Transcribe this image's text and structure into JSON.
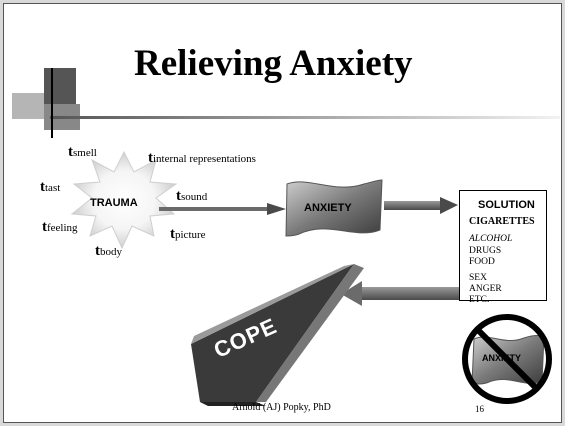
{
  "title": "Relieving Anxiety",
  "sense_terms": {
    "prefix": "t",
    "smell": "smell",
    "internal": "internal representations",
    "tast": "tast",
    "sound": "sound",
    "feeling": "feeling",
    "picture": "picture",
    "body": "body"
  },
  "trauma_label": "TRAUMA",
  "anxiety_label": "ANXIETY",
  "solution": {
    "title": "SOLUTION",
    "items": [
      "CIGARETTES",
      "ALCOHOL",
      "DRUGS",
      "FOOD",
      "SEX",
      "ANGER",
      "ETC."
    ]
  },
  "cope_label": "COPE",
  "no_anxiety_label": "ANXIETY",
  "footer": "Arnold (AJ) Popky, PhD",
  "page_number": "16",
  "colors": {
    "dark_gray": "#505050",
    "mid_gray": "#8a8a8a",
    "light_gray": "#bdbdbd"
  }
}
